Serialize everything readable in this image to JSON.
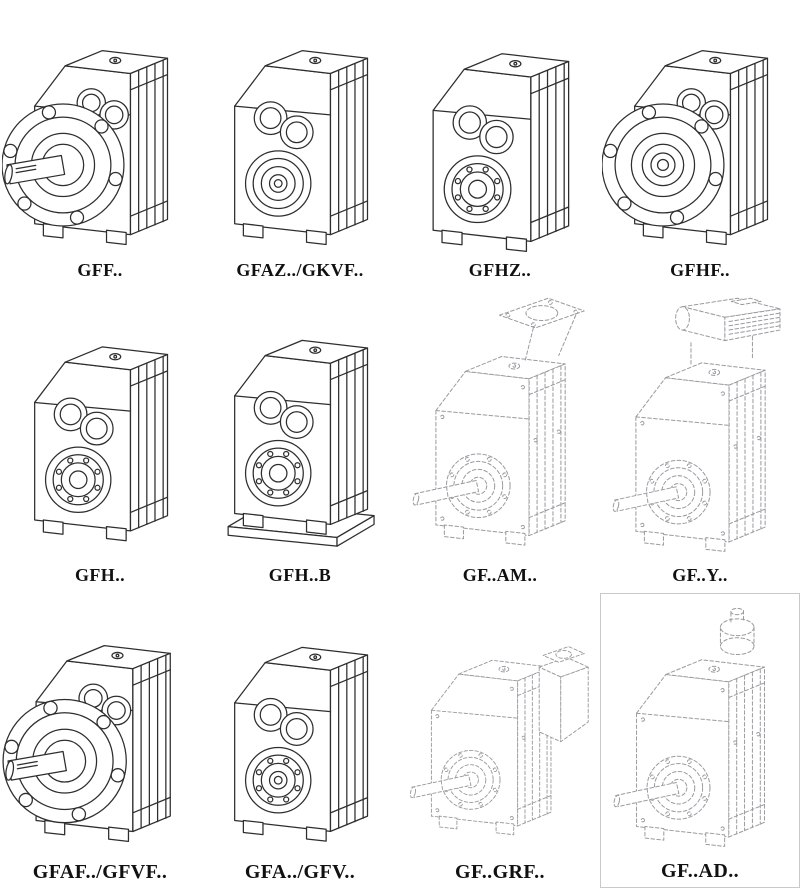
{
  "page": {
    "title": "Gearbox series catalog sheet",
    "background": "#ffffff",
    "ink_color": "#2e2e2e",
    "phantom_ink_color": "#9a9aa0",
    "frame_color": "#c9c9c9"
  },
  "cells": [
    {
      "label": "GFF..",
      "line_style": "solid",
      "illustration": "flange-mounted-gearbox-with-output-shaft"
    },
    {
      "label": "GFAZ../GKVF..",
      "line_style": "solid",
      "illustration": "hollow-shaft-gearbox"
    },
    {
      "label": "GFHZ..",
      "line_style": "solid",
      "illustration": "hollow-shaft-gearbox-with-bearing-detail"
    },
    {
      "label": "GFHF..",
      "line_style": "solid",
      "illustration": "flange-mounted-hollow-shaft-gearbox"
    },
    {
      "label": "GFH..",
      "line_style": "solid",
      "illustration": "shaft-mounted-gearbox"
    },
    {
      "label": "GFH..B",
      "line_style": "solid",
      "illustration": "gearbox-with-mounting-base"
    },
    {
      "label": "GF..AM..",
      "line_style": "phantom",
      "illustration": "gearbox-with-motor-adapter-flange"
    },
    {
      "label": "GF..Y..",
      "line_style": "phantom",
      "illustration": "gearbox-with-mounted-motor"
    },
    {
      "label": "GFAF../GFVF..",
      "line_style": "solid",
      "illustration": "flange-mounted-gearbox-with-output-shaft"
    },
    {
      "label": "GFA../GFV..",
      "line_style": "solid",
      "illustration": "hollow-shaft-gearbox"
    },
    {
      "label": "GF..GRF..",
      "line_style": "phantom",
      "illustration": "gearbox-with-input-adapter-housing"
    },
    {
      "label": "GF..AD..",
      "line_style": "phantom",
      "illustration": "gearbox-with-top-input-shaft-adapter",
      "framed": true
    }
  ]
}
